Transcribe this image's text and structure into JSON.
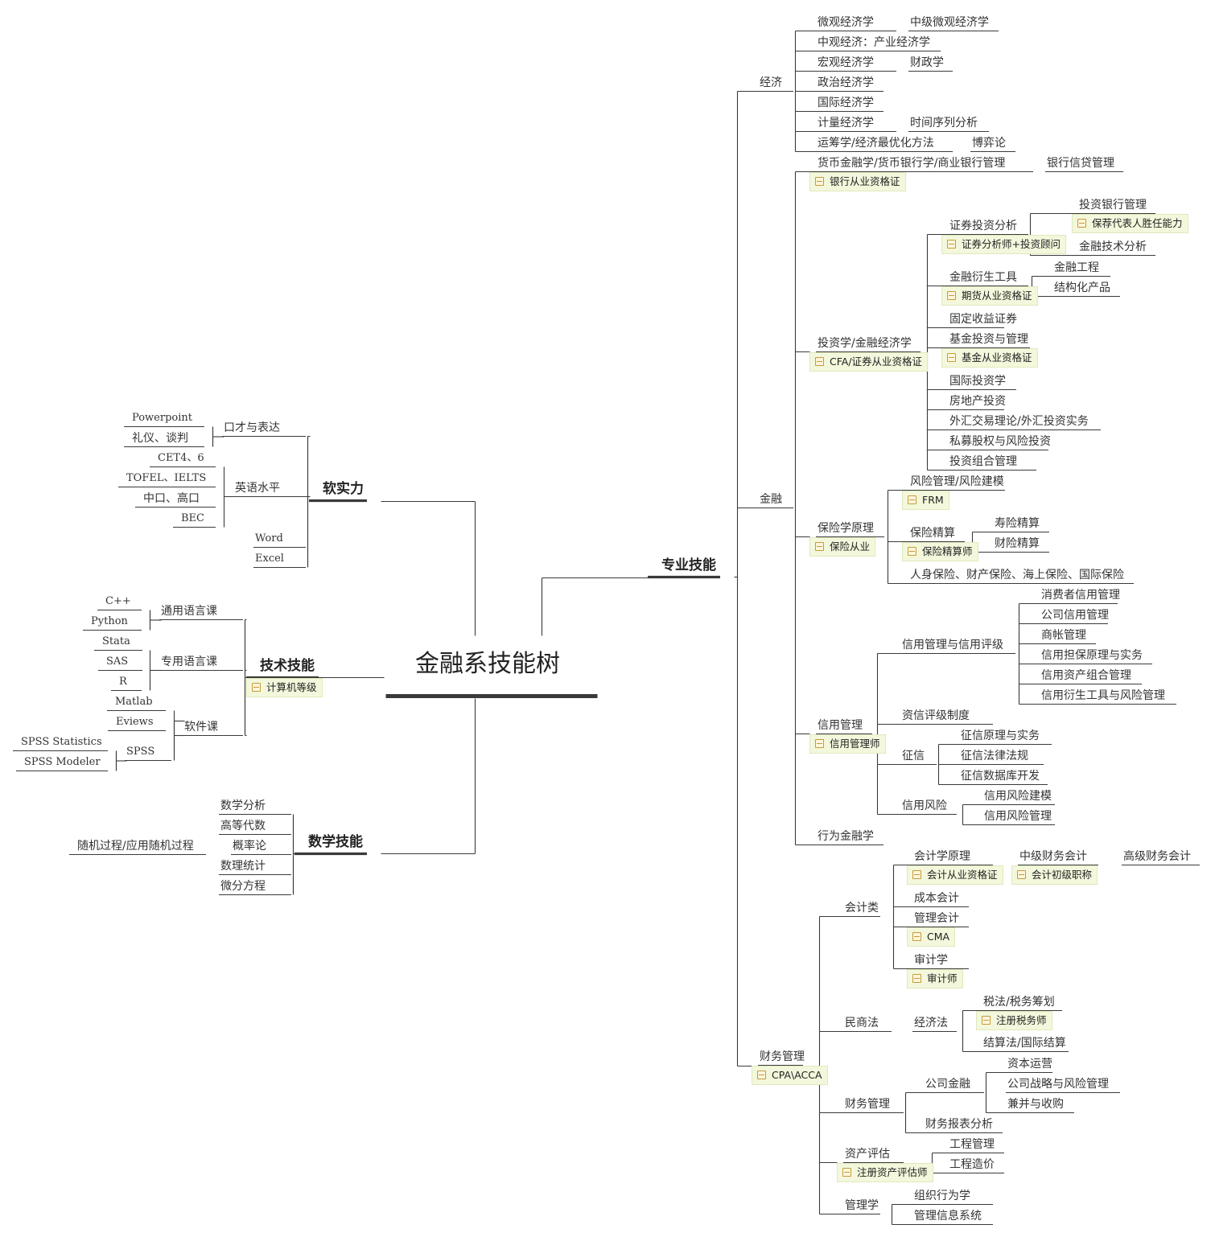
{
  "diagram": {
    "title": "金融系技能树",
    "nodes": {
      "n_pro": "专业技能",
      "n_soft": "软实力",
      "n_tech": "技术技能",
      "n_math": "数学技能",
      "n_econ": "经济",
      "e1": "微观经济学",
      "e1a": "中级微观经济学",
      "e2": "中观经济：产业经济学",
      "e3": "宏观经济学",
      "e3a": "财政学",
      "e4": "政治经济学",
      "e5": "国际经济学",
      "e6": "计量经济学",
      "e6a": "时间序列分析",
      "e7": "运筹学/经济最优化方法",
      "e7a": "博弈论",
      "n_fin": "金融",
      "f1": "货币金融学/货币银行学/商业银行管理",
      "f1a": "银行信贷管理",
      "f2": "投资学/金融经济学",
      "f2a": "证券投资分析",
      "f2a1": "投资银行管理",
      "f2a2": "金融技术分析",
      "f2b": "金融衍生工具",
      "f2b1": "金融工程",
      "f2b2": "结构化产品",
      "f2c": "固定收益证券",
      "f2d": "基金投资与管理",
      "f2e": "国际投资学",
      "f2f": "房地产投资",
      "f2g": "外汇交易理论/外汇投资实务",
      "f2h": "私募股权与风险投资",
      "f2i": "投资组合管理",
      "f3": "保险学原理",
      "f3a": "风险管理/风险建模",
      "f3b": "保险精算",
      "f3b1": "寿险精算",
      "f3b2": "财险精算",
      "f3c": "人身保险、财产保险、海上保险、国际保险",
      "f4": "信用管理",
      "f4a": "信用管理与信用评级",
      "f4a1": "消费者信用管理",
      "f4a2": "公司信用管理",
      "f4a3": "商帐管理",
      "f4a4": "信用担保原理与实务",
      "f4a5": "信用资产组合管理",
      "f4a6": "信用衍生工具与风险管理",
      "f4b": "资信评级制度",
      "f4c": "征信",
      "f4c1": "征信原理与实务",
      "f4c2": "征信法律法规",
      "f4c3": "征信数据库开发",
      "f4d": "信用风险",
      "f4d1": "信用风险建模",
      "f4d2": "信用风险管理",
      "f5": "行为金融学",
      "n_acc": "财务管理",
      "a1": "会计类",
      "a1a": "会计学原理",
      "a1a1": "中级财务会计",
      "a1a2": "高级财务会计",
      "a1b": "成本会计",
      "a1c": "管理会计",
      "a1d": "审计学",
      "a2": "民商法",
      "a2a": "经济法",
      "a2a1": "税法/税务筹划",
      "a2a2": "结算法/国际结算",
      "a3": "财务管理",
      "a3a": "公司金融",
      "a3a1": "资本运营",
      "a3a2": "公司战略与风险管理",
      "a3a3": "兼并与收购",
      "a3b": "财务报表分析",
      "a4": "资产评估",
      "a4a": "工程管理",
      "a4b": "工程造价",
      "a5": "管理学",
      "a5a": "组织行为学",
      "a5b": "管理信息系统",
      "s1": "口才与表达",
      "s1a": "Powerpoint",
      "s1b": "礼仪、谈判",
      "s2": "英语水平",
      "s2a": "CET4、6",
      "s2b": "TOFEL、IELTS",
      "s2c": "中口、高口",
      "s2d": "BEC",
      "s3": "Word",
      "s4": "Excel",
      "t1": "通用语言课",
      "t1a": "C++",
      "t1b": "Python",
      "t2": "专用语言课",
      "t2a": "Stata",
      "t2b": "SAS",
      "t2c": "R",
      "t3": "软件课",
      "t3a": "Matlab",
      "t3b": "Eviews",
      "t3c": "SPSS",
      "t3c1": "SPSS Statistics",
      "t3c2": "SPSS Modeler",
      "m1": "数学分析",
      "m2": "高等代数",
      "m3": "概率论",
      "m3a": "随机过程/应用随机过程",
      "m4": "数理统计",
      "m5": "微分方程"
    },
    "certificates": {
      "c_bank": "银行从业资格证",
      "c_cfa": "CFA/证券从业资格证",
      "c_sec": "证券分析师+投资顾问",
      "c_sponsor": "保荐代表人胜任能力",
      "c_fut": "期货从业资格证",
      "c_fund": "基金从业资格证",
      "c_frm": "FRM",
      "c_ins": "保险从业",
      "c_act": "保险精算师",
      "c_credit": "信用管理师",
      "c_cpa": "CPA\\ACCA",
      "c_acc": "会计从业资格证",
      "c_accj": "会计初级职称",
      "c_cma": "CMA",
      "c_aud": "审计师",
      "c_tax": "注册税务师",
      "c_asset": "注册资产评估师",
      "c_comp": "计算机等级"
    }
  },
  "colors": {
    "line": "#3a3a3a",
    "cert_fill": "#f3f8dc",
    "cert_icon": "#c79a3a"
  }
}
